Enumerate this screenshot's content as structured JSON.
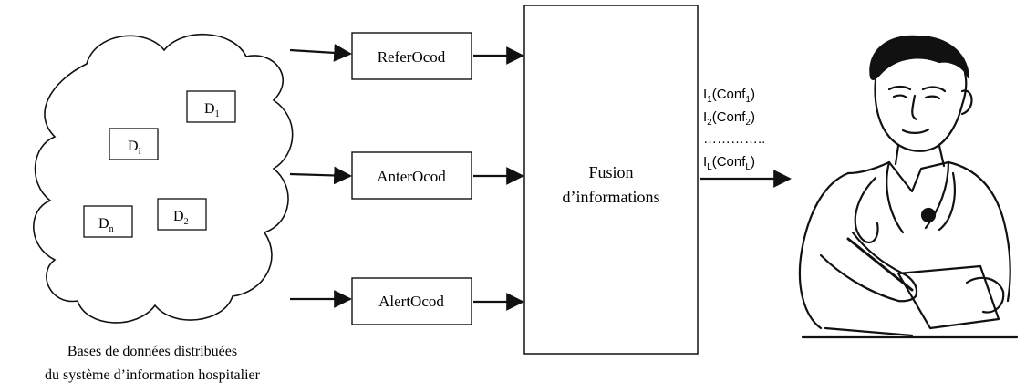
{
  "cloud": {
    "caption_line1": "Bases de données distribuées",
    "caption_line2": "du système d’information hospitalier",
    "databases": [
      {
        "base": "D",
        "sub": "1"
      },
      {
        "base": "D",
        "sub": "i"
      },
      {
        "base": "D",
        "sub": "n"
      },
      {
        "base": "D",
        "sub": "2"
      }
    ]
  },
  "modules": [
    {
      "label": "ReferOcod"
    },
    {
      "label": "AnterOcod"
    },
    {
      "label": "AlertOcod"
    }
  ],
  "fusion": {
    "line1": "Fusion",
    "line2": "d’informations"
  },
  "outputs": [
    {
      "i": "I",
      "i_sub": "1",
      "open": "(Conf",
      "c_sub": "1",
      "close": ")"
    },
    {
      "i": "I",
      "i_sub": "2",
      "open": "(Conf",
      "c_sub": "2",
      "close": ")"
    },
    {
      "dots": "…………..",
      "i": "I",
      "i_sub": "L",
      "open": "(Conf",
      "c_sub": "L",
      "close": ")"
    }
  ],
  "doctor": {
    "icon": "doctor-writing-icon"
  },
  "colors": {
    "stroke": "#111111",
    "background": "#ffffff"
  }
}
